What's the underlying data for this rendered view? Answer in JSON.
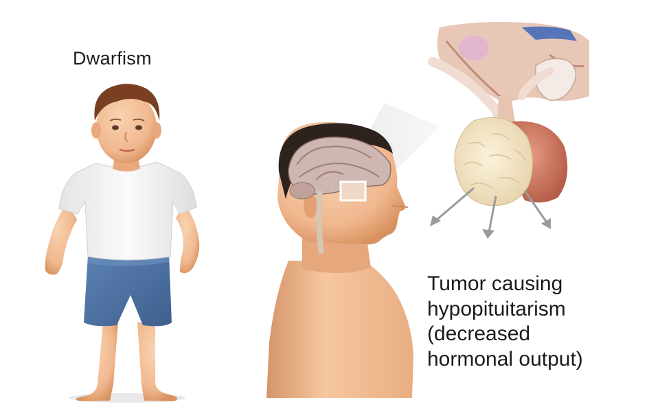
{
  "labels": {
    "condition": "Dwarfism",
    "caption_lines": [
      "Tumor causing",
      "hypopituitarism",
      "(decreased",
      "hormonal output)"
    ]
  },
  "illustration": {
    "child": "boy-figure",
    "profile": "male-head-sagittal-brain",
    "inset": "pituitary-tumor-enlarged",
    "colors": {
      "skin": "#f2c19a",
      "skin_shadow": "#d89468",
      "shirt": "#f2f2f2",
      "shorts": "#4e74a6",
      "hair": "#7a3f22",
      "tumor": "#f3e6c8",
      "tissue": "#c86d58",
      "arrow": "#9a9a9a"
    }
  }
}
